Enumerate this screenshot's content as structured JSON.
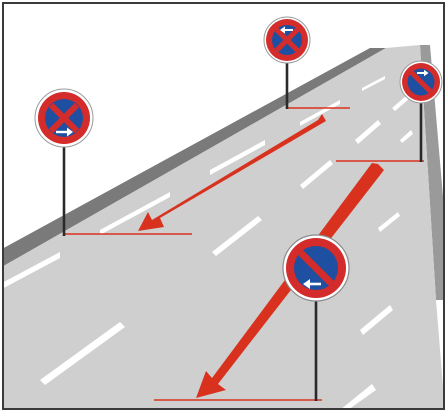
{
  "scene": {
    "colors": {
      "background": "#ffffff",
      "frame": "#3a3a3a",
      "road_surface": "#cfcfcf",
      "road_shoulder_dark": "#7a7a7a",
      "lane_marking": "#ffffff",
      "arrow": "#d8321f",
      "zone_line": "#d8321f",
      "sign_blue": "#1f4fa0",
      "sign_red": "#d42b2b",
      "sign_white": "#ffffff",
      "pole": "#2a2a2a"
    },
    "signs": [
      {
        "name": "sign-left-near",
        "type": "absolute-no-stopping",
        "arrow": "right-arrow-icon"
      },
      {
        "name": "sign-top-center",
        "type": "absolute-no-stopping",
        "arrow": "left-arrow-icon"
      },
      {
        "name": "sign-right-far",
        "type": "no-parking",
        "arrow": "right-arrow-icon"
      },
      {
        "name": "sign-front-right",
        "type": "no-parking",
        "arrow": "left-arrow-icon"
      }
    ],
    "arrows": [
      {
        "name": "zone-arrow-left-lane",
        "direction": "toward-viewer"
      },
      {
        "name": "zone-arrow-right-lane",
        "direction": "toward-viewer"
      }
    ]
  }
}
